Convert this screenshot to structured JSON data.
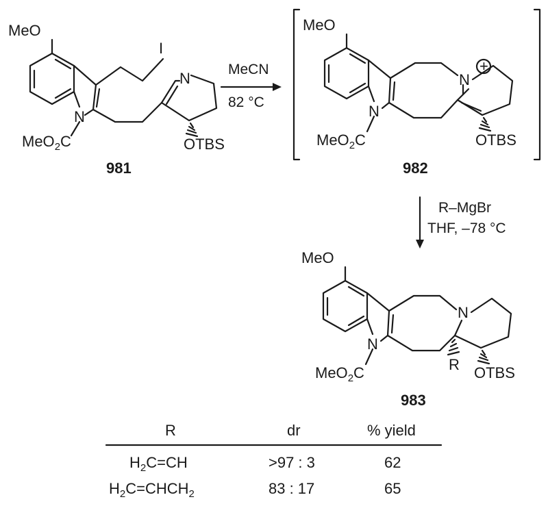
{
  "compounds": {
    "c981": {
      "id": "981",
      "labels": {
        "meo": "MeO",
        "iodo": "I",
        "n_indole": "N",
        "co2me": "MeO",
        "co2me_sub": "2",
        "co2me_c": "C",
        "n_imine": "N",
        "otbs": "OTBS"
      }
    },
    "c982": {
      "id": "982",
      "labels": {
        "meo": "MeO",
        "n_indole": "N",
        "co2me": "MeO",
        "co2me_sub": "2",
        "co2me_c": "C",
        "n_iminium": "N",
        "charge": "+",
        "otbs": "OTBS"
      }
    },
    "c983": {
      "id": "983",
      "labels": {
        "meo": "MeO",
        "n_indole": "N",
        "co2me": "MeO",
        "co2me_sub": "2",
        "co2me_c": "C",
        "n_amine": "N",
        "r": "R",
        "otbs": "OTBS"
      }
    }
  },
  "steps": {
    "step1": {
      "reagent": "MeCN",
      "conditions": "82 °C"
    },
    "step2": {
      "reagent": "R–MgBr",
      "conditions": "THF, –78 °C"
    }
  },
  "table": {
    "headers": {
      "r": "R",
      "dr": "dr",
      "yield": "% yield"
    },
    "rows": [
      {
        "r_pre": "H",
        "r_sub": "2",
        "r_post": "C=CH",
        "dr": ">97 : 3",
        "yield": "62"
      },
      {
        "r_pre": "H",
        "r_sub": "2",
        "r_post": "C=CHCH",
        "r_sub2": "2",
        "dr": "83 : 17",
        "yield": "65"
      }
    ]
  }
}
